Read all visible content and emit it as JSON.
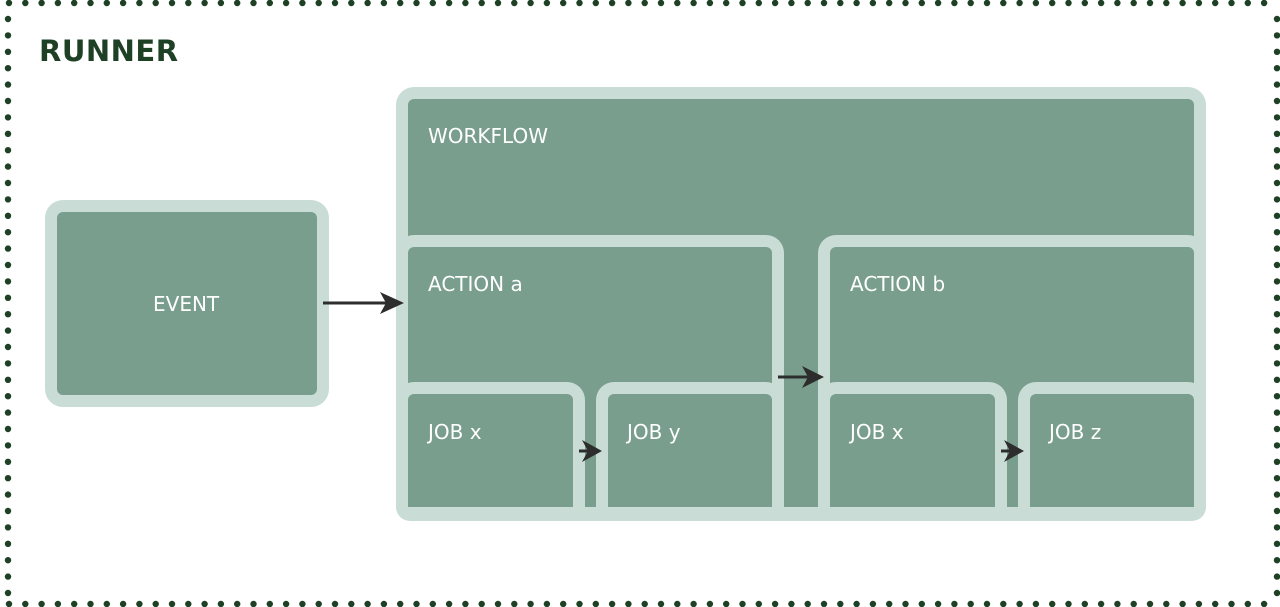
{
  "title": "RUNNER",
  "colors": {
    "border_dots": "#1e4025",
    "title": "#1e4025",
    "box_fill": "#799e8e",
    "box_border": "#c9ddd6",
    "label_text": "#ffffff",
    "arrow": "#2d2d2d"
  },
  "nodes": {
    "event": "EVENT",
    "workflow": "WORKFLOW",
    "action_a": {
      "label": "ACTION a",
      "jobs": [
        "JOB x",
        "JOB y"
      ]
    },
    "action_b": {
      "label": "ACTION b",
      "jobs": [
        "JOB x",
        "JOB z"
      ]
    }
  },
  "edges": [
    {
      "from": "EVENT",
      "to": "WORKFLOW"
    },
    {
      "from": "ACTION a",
      "to": "ACTION b"
    },
    {
      "from": "ACTION a / JOB x",
      "to": "ACTION a / JOB y"
    },
    {
      "from": "ACTION b / JOB x",
      "to": "ACTION b / JOB z"
    }
  ]
}
